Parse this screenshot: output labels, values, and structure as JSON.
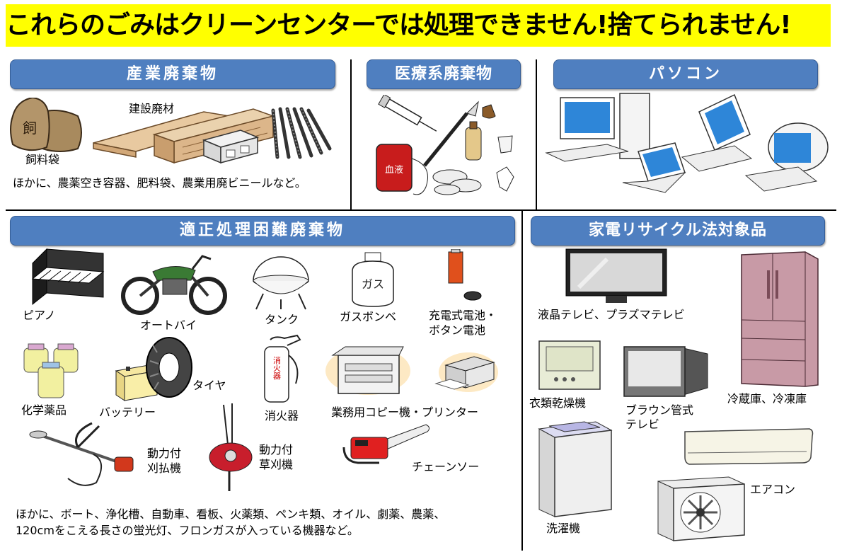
{
  "banner": {
    "text": "これらのごみはクリーンセンターでは処理できません!捨てられません!"
  },
  "sections": {
    "agri": {
      "title": "産業廃棄物",
      "labels": {
        "feed_bag": "飼料袋",
        "feed_bag_char": "飼",
        "lumber": "建設廃材"
      },
      "note": "ほかに、農薬空き容器、肥料袋、農業用廃ビニールなど。"
    },
    "medical": {
      "title": "医療系廃棄物",
      "blood_bag_text": "血液"
    },
    "pc": {
      "title": "パソコン"
    },
    "difficult": {
      "title": "適正処理困難廃棄物",
      "labels": {
        "piano": "ピアノ",
        "motorcycle": "オートバイ",
        "tank": "タンク",
        "gas_cylinder": "ガスボンベ",
        "gas_cylinder_text": "ガス",
        "battery_line1": "充電式電池・",
        "battery_line2": "ボタン電池",
        "chemicals": "化学薬品",
        "car_battery": "バッテリー",
        "tire": "タイヤ",
        "extinguisher": "消火器",
        "extinguisher_text": "消火器",
        "copier": "業務用コピー機・プリンター",
        "trimmer_line1": "動力付",
        "trimmer_line2": "刈払機",
        "mower_line1": "動力付",
        "mower_line2": "草刈機",
        "chainsaw": "チェーンソー"
      },
      "note_line1": "ほかに、ボート、浄化槽、自動車、看板、火薬類、ペンキ類、オイル、劇薬、農薬、",
      "note_line2": "120cmをこえる長さの蛍光灯、フロンガスが入っている機器など。"
    },
    "appliance": {
      "title": "家電リサイクル法対象品",
      "labels": {
        "tv": "液晶テレビ、プラズマテレビ",
        "dryer": "衣類乾燥機",
        "crt_line1": "ブラウン管式",
        "crt_line2": "テレビ",
        "fridge": "冷蔵庫、冷凍庫",
        "aircon": "エアコン",
        "washer": "洗濯機"
      }
    }
  },
  "colors": {
    "banner_bg": "#ffff00",
    "section_header": "#4f7fc0",
    "section_header_border": "#355d96"
  }
}
